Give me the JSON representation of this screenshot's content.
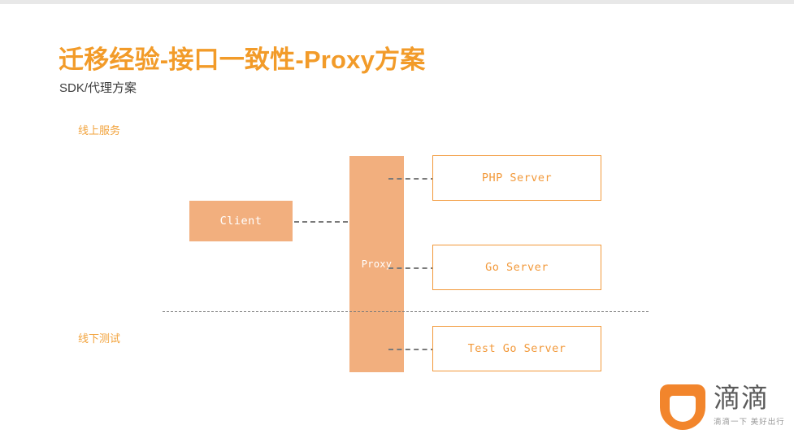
{
  "slide": {
    "title": "迁移经验-接口一致性-Proxy方案",
    "subtitle": "SDK/代理方案"
  },
  "zones": {
    "online_label": "线上服务",
    "offline_label": "线下测试"
  },
  "diagram": {
    "client": {
      "label": "Client"
    },
    "proxy": {
      "label": "Proxy"
    },
    "servers": [
      {
        "name": "php-server",
        "label": "PHP Server"
      },
      {
        "name": "go-server",
        "label": "Go Server"
      },
      {
        "name": "test-go-server",
        "label": "Test Go Server"
      }
    ]
  },
  "logo": {
    "name": "滴滴",
    "tagline": "滴滴一下 美好出行"
  },
  "colors": {
    "title_orange": "#F29B29",
    "label_orange": "#F2A33C",
    "fill_salmon": "#F2AF7E",
    "border_orange": "#F2993A",
    "connector_gray": "#7a7a7a",
    "logo_orange": "#F2852C",
    "logo_text_gray": "#5a5a5a",
    "background": "#FFFFFF"
  }
}
